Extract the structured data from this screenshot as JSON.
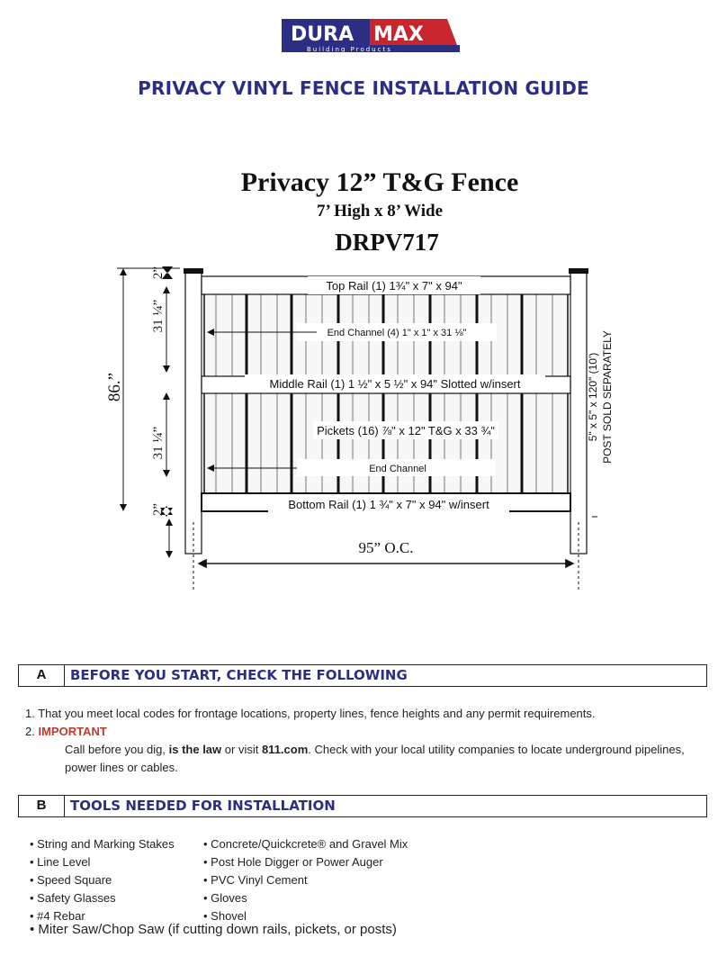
{
  "logo": {
    "text_main": "DURAMAX",
    "text_sub": "Building Products",
    "brand_blue": "#2c2e83",
    "brand_red": "#c8252c"
  },
  "guide_title": "PRIVACY VINYL FENCE INSTALLATION GUIDE",
  "fence": {
    "title": "Privacy 12” T&G Fence",
    "subtitle": "7’ High x 8’ Wide",
    "model": "DRPV717",
    "labels": {
      "top_rail": "Top Rail  (1) 1¾\" x 7\" x 94\"",
      "end_channel_top": "End Channel  (4) 1\" x 1\" x 31 ⅛\"",
      "middle_rail": "Middle Rail (1) 1 ½\" x 5 ½\" x 94\" Slotted w/insert",
      "pickets": "Pickets (16) ⅞\" x 12\" T&G x 33 ¾\"",
      "end_channel_bottom": "End Channel",
      "bottom_rail": "Bottom Rail (1) 1 ¾\" x 7\" x 94\" w/insert",
      "post_line1": "5\" x 5\" x 120\" (10')",
      "post_line2": "POST SOLD SEPARATELY",
      "width": "95” O.C.",
      "height_total": "86.”",
      "dim_top": "2”",
      "dim_upper": "31 ¼”",
      "dim_lower": "31 ¼”",
      "dim_bottom": "2”"
    }
  },
  "section_a": {
    "letter": "A",
    "title": "BEFORE YOU START, CHECK THE FOLLOWING",
    "item1": "1.  That you meet local codes for frontage locations, property lines, fence heights and any permit requirements.",
    "item2_num": "2.",
    "item2_label": "IMPORTANT",
    "item2_text_a": "Call before you dig, ",
    "item2_bold_a": "is the law",
    "item2_text_b": " or visit ",
    "item2_bold_b": "811.com",
    "item2_text_c": ".  Check with your local utility companies to locate underground pipelines, power lines or cables."
  },
  "section_b": {
    "letter": "B",
    "title": "TOOLS NEEDED FOR INSTALLATION",
    "col1": [
      "• String and Marking Stakes",
      "• Line Level",
      "• Speed Square",
      "• Safety Glasses",
      "• #4 Rebar"
    ],
    "col2": [
      "• Concrete/Quickcrete® and Gravel Mix",
      "• Post Hole Digger or Power Auger",
      "• PVC Vinyl Cement",
      "•  Gloves",
      "• Shovel"
    ],
    "last": "• Miter Saw/Chop Saw (if cutting down rails, pickets, or posts)"
  }
}
